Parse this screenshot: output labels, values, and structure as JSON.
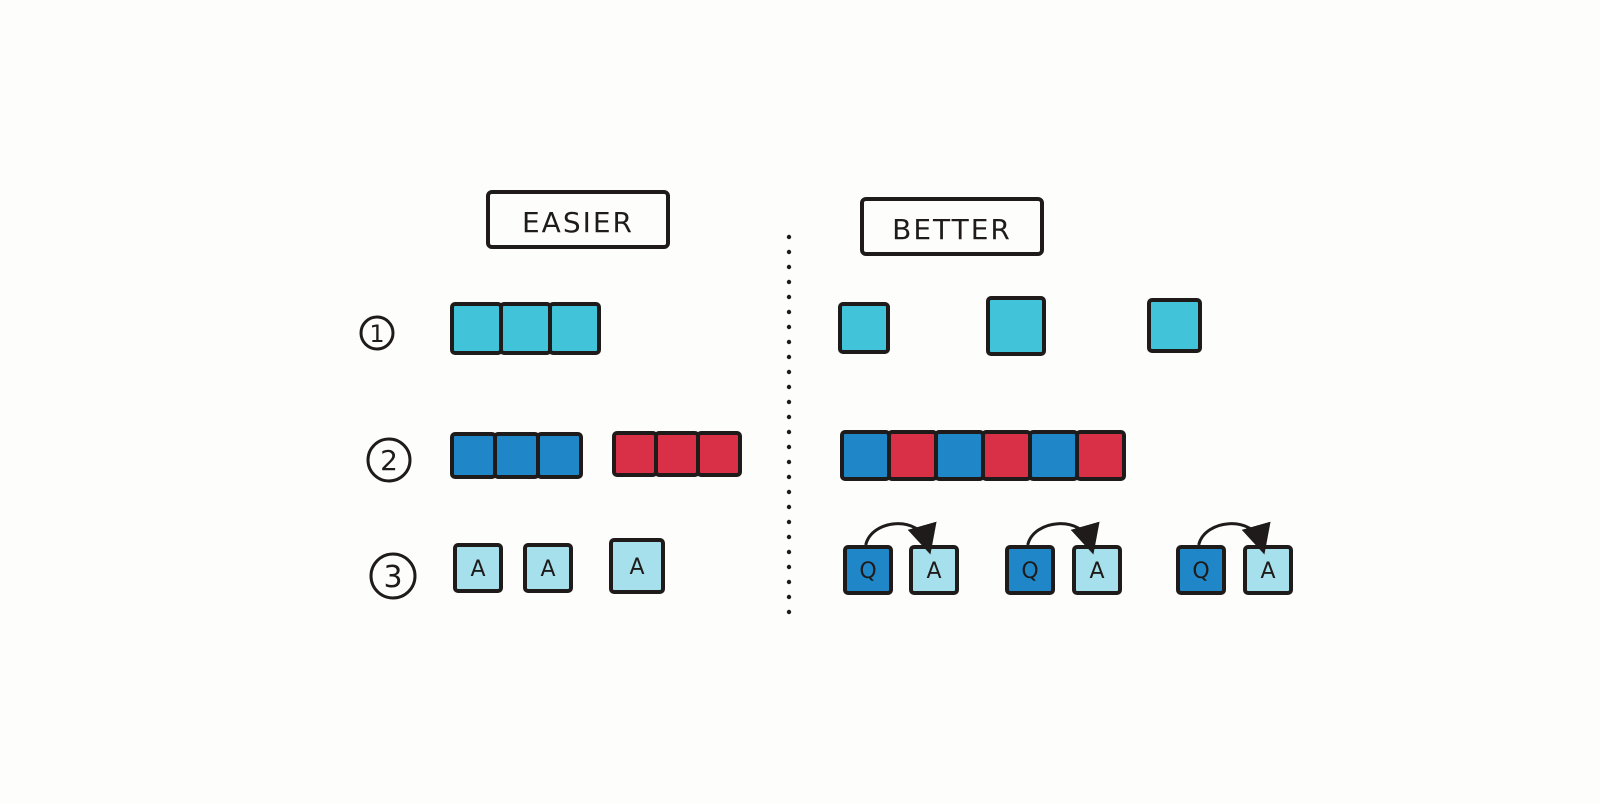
{
  "columns": {
    "left": {
      "title": "EASIER"
    },
    "right": {
      "title": "BETTER"
    }
  },
  "row_markers": [
    "1",
    "2",
    "3"
  ],
  "colors": {
    "ink": "#1f1b1b",
    "light_blue": "#41c3d9",
    "pale_blue": "#a6e0ec",
    "dark_blue": "#1f86c7",
    "red": "#d93047",
    "paper": "#fdfdfb"
  },
  "rows": {
    "row1": {
      "easier": [
        {
          "label": "",
          "color": "light_blue"
        },
        {
          "label": "",
          "color": "light_blue"
        },
        {
          "label": "",
          "color": "light_blue"
        }
      ],
      "better": [
        {
          "label": "",
          "color": "light_blue"
        },
        {
          "label": "",
          "color": "light_blue"
        },
        {
          "label": "",
          "color": "light_blue"
        }
      ]
    },
    "row2": {
      "easier": [
        {
          "label": "",
          "color": "dark_blue"
        },
        {
          "label": "",
          "color": "dark_blue"
        },
        {
          "label": "",
          "color": "dark_blue"
        },
        {
          "label": "",
          "color": "red"
        },
        {
          "label": "",
          "color": "red"
        },
        {
          "label": "",
          "color": "red"
        }
      ],
      "better": [
        {
          "label": "",
          "color": "dark_blue"
        },
        {
          "label": "",
          "color": "red"
        },
        {
          "label": "",
          "color": "dark_blue"
        },
        {
          "label": "",
          "color": "red"
        },
        {
          "label": "",
          "color": "dark_blue"
        },
        {
          "label": "",
          "color": "red"
        }
      ]
    },
    "row3": {
      "easier": [
        {
          "label": "A",
          "color": "pale_blue"
        },
        {
          "label": "A",
          "color": "pale_blue"
        },
        {
          "label": "A",
          "color": "pale_blue"
        }
      ],
      "better": [
        {
          "label": "Q",
          "color": "dark_blue"
        },
        {
          "label": "A",
          "color": "pale_blue"
        },
        {
          "label": "Q",
          "color": "dark_blue"
        },
        {
          "label": "A",
          "color": "pale_blue"
        },
        {
          "label": "Q",
          "color": "dark_blue"
        },
        {
          "label": "A",
          "color": "pale_blue"
        }
      ]
    }
  }
}
